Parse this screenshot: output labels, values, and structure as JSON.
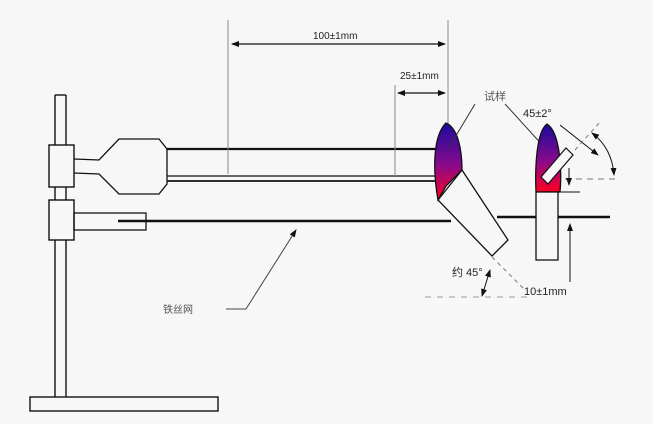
{
  "diagram": {
    "title": "",
    "labels": {
      "dim_100": "100±1mm",
      "dim_25": "25±1mm",
      "specimen": "试样",
      "angle_45_2": "45±2°",
      "angle_about_45": "约 45°",
      "dim_10": "10±1mm",
      "wire_gauze": "铁丝网"
    },
    "colors": {
      "flame_top": "#1a0aa0",
      "flame_mid": "#8a0a8a",
      "flame_bottom": "#ff0020",
      "line": "#111111",
      "background": "#f7f7f7"
    }
  }
}
